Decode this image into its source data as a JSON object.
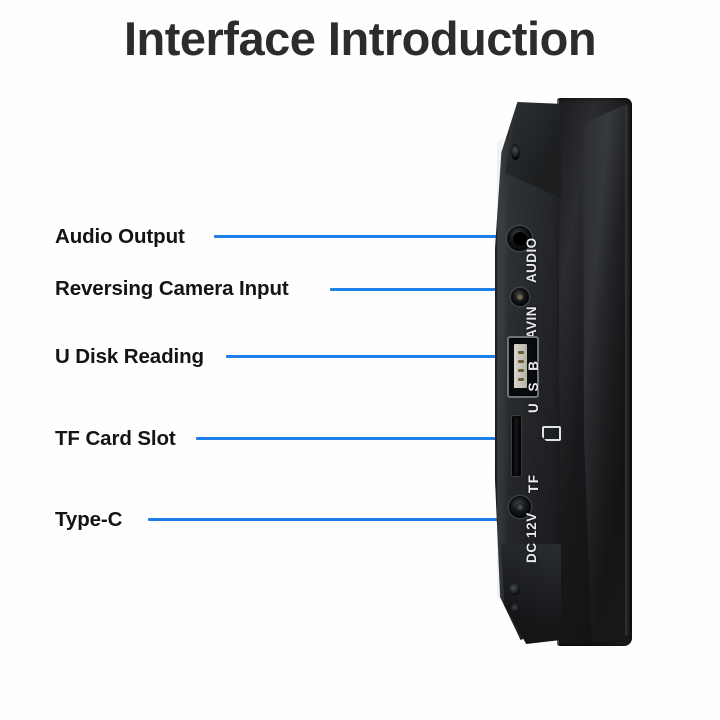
{
  "page": {
    "title": "Interface Introduction",
    "background_color": "#fdfdfd",
    "leader_line_color": "#1e7fe8",
    "label_color": "#141414"
  },
  "callouts": [
    {
      "label": "Audio Output",
      "port": "audio-jack"
    },
    {
      "label": "Reversing Camera Input",
      "port": "avin-jack"
    },
    {
      "label": "U Disk Reading",
      "port": "usb-port"
    },
    {
      "label": "TF Card Slot",
      "port": "tf-slot"
    },
    {
      "label": "Type-C",
      "port": "dc-12v-jack"
    }
  ],
  "device": {
    "view": "side-profile",
    "silkscreen": {
      "audio": "AUDIO",
      "avin": "AVIN",
      "usb": "U S B",
      "tf": "TF",
      "dc": "DC 12V"
    }
  }
}
